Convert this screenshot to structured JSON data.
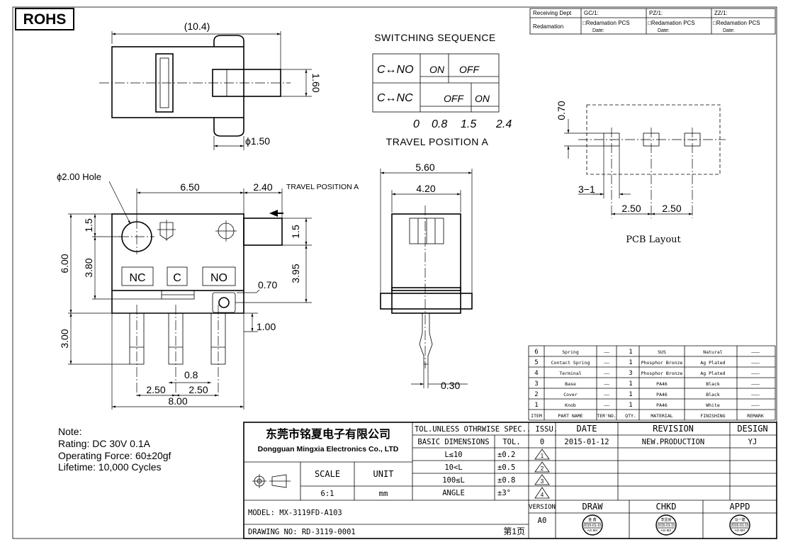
{
  "header": {
    "rohs": "ROHS"
  },
  "receiving": {
    "dept_label": "Receiving Dept",
    "gc": "GC/1:",
    "pz": "PZ/1:",
    "zz": "ZZ/1:",
    "redamation": "Redamation",
    "cell": "□Redamation  PCS",
    "date": "Date:"
  },
  "top_view": {
    "dim_length": "(10.4)",
    "dim_height": "1.60",
    "dim_pin": "ϕ1.50"
  },
  "switching": {
    "title": "SWITCHING  SEQUENCE",
    "row1": "C↔NO",
    "row2": "C↔NC",
    "on": "ON",
    "off": "OFF",
    "positions": [
      "0",
      "0.8",
      "1.5",
      "2.4"
    ],
    "axis": "TRAVEL  POSITION  A"
  },
  "front_view": {
    "hole": "ϕ2.00  Hole",
    "d650": "6.50",
    "d240": "2.40",
    "travel": "TRAVEL  POSITION  A",
    "d15a": "1.5",
    "d15b": "1.5",
    "d600": "6.00",
    "d380": "3.80",
    "d395": "3.95",
    "d070": "0.70",
    "d100": "1.00",
    "d300": "3.00",
    "d08": "0.8",
    "d250a": "2.50",
    "d250b": "2.50",
    "d800": "8.00",
    "nc": "NC",
    "c": "C",
    "no": "NO"
  },
  "side_view": {
    "d560": "5.60",
    "d420": "4.20",
    "d030": "0.30"
  },
  "pcb": {
    "d070": "0.70",
    "d31": "3−1",
    "d250a": "2.50",
    "d250b": "2.50",
    "label": "PCB  Layout"
  },
  "notes": {
    "title": "Note:",
    "rating": "Rating: DC     30V  0.1A",
    "force": "Operating  Force:  60±20gf",
    "life": "Lifetime:    10,000  Cycles"
  },
  "bom": {
    "rows": [
      [
        "6",
        "Spring",
        "——",
        "1",
        "SUS",
        "Natural",
        "———"
      ],
      [
        "5",
        "Contact Spring",
        "——",
        "1",
        "Phosphor Bronze",
        "Ag Plated",
        "———"
      ],
      [
        "4",
        "Terminal",
        "——",
        "3",
        "Phosphor Bronze",
        "Ag Plated",
        "———"
      ],
      [
        "3",
        "Base",
        "——",
        "1",
        "PA46",
        "Black",
        "———"
      ],
      [
        "2",
        "Cover",
        "——",
        "1",
        "PA46",
        "Black",
        "———"
      ],
      [
        "1",
        "Knob",
        "——",
        "1",
        "PA46",
        "White",
        "———"
      ]
    ],
    "headers": [
      "ITEM",
      "PART NAME",
      "TER'NO.",
      "QTY.",
      "MATERIAL",
      "FINISHING",
      "REMARK"
    ]
  },
  "title_block": {
    "company_cn": "东莞市铭夏电子有限公司",
    "company_en": "Dongguan Mingxia Electronics Co., LTD",
    "tol_title": "TOL.UNLESS OTHRWISE SPEC.",
    "basic": "BASIC DIMENSIONS",
    "tol": "TOL.",
    "r1": "L≤10",
    "t1": "±0.2",
    "r2": "10<L",
    "t2": "±0.5",
    "r3": "100≤L",
    "t3": "±0.8",
    "r4": "ANGLE",
    "t4": "±3°",
    "scale_label": "SCALE",
    "unit_label": "UNIT",
    "scale": "6:1",
    "unit": "mm",
    "issu": ". ISSU.",
    "date_h": "DATE",
    "revision_h": "REVISION",
    "design_h": "DESIGN",
    "issue_no": "0",
    "issue_date": "2015-01-12",
    "revision": "NEW.PRODUCTION",
    "designer": "YJ",
    "tri": [
      "1",
      "2",
      "3",
      "4"
    ],
    "version_label": "VERSION",
    "version": "A0",
    "draw": "DRAW",
    "chkd": "CHKD",
    "appd": "APPD",
    "model": "MODEL:  MX-3119FD-A103",
    "drawing": "DRAWING  NO:  RD-3119-0001",
    "page": "第1页",
    "stamps": [
      {
        "name": "金 鑫",
        "date": "2015-01-15",
        "code": "AG-MX"
      },
      {
        "name": "李显良",
        "date": "2015-01-15",
        "code": "AG-MX"
      },
      {
        "name": "马一建",
        "date": "2015-01-15",
        "code": "AG-MX"
      }
    ]
  }
}
